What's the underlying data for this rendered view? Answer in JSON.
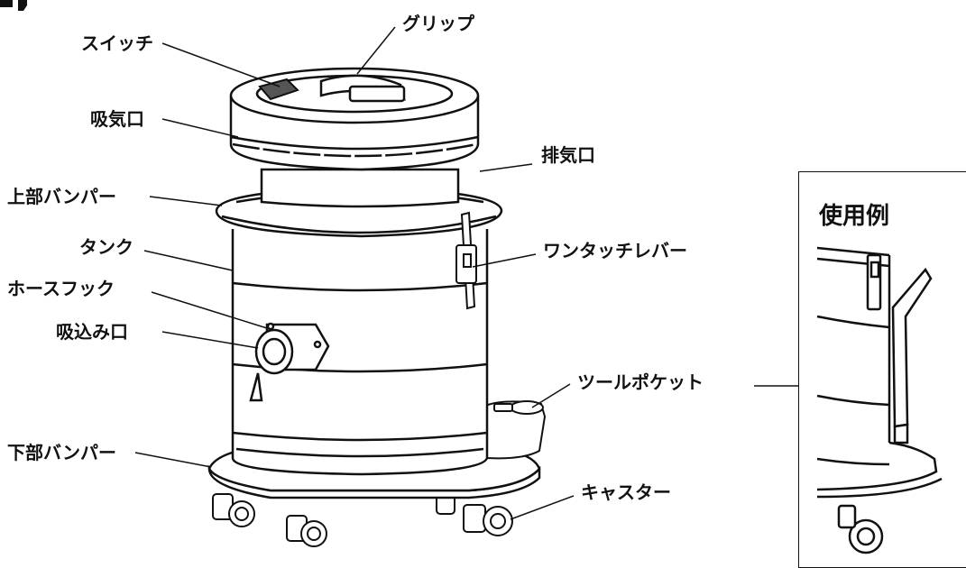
{
  "title_fragment": "・うす・うす",
  "labels": {
    "switch": "スイッチ",
    "grip": "グリップ",
    "intake": "吸気口",
    "exhaust": "排気口",
    "upper_bumper": "上部バンパー",
    "tank": "タンク",
    "one_touch_lever": "ワンタッチレバー",
    "hose_hook": "ホースフック",
    "suction_port": "吸込み口",
    "tool_pocket": "ツールポケット",
    "lower_bumper": "下部バンパー",
    "caster": "キャスター"
  },
  "inset": {
    "title": "使用例"
  }
}
